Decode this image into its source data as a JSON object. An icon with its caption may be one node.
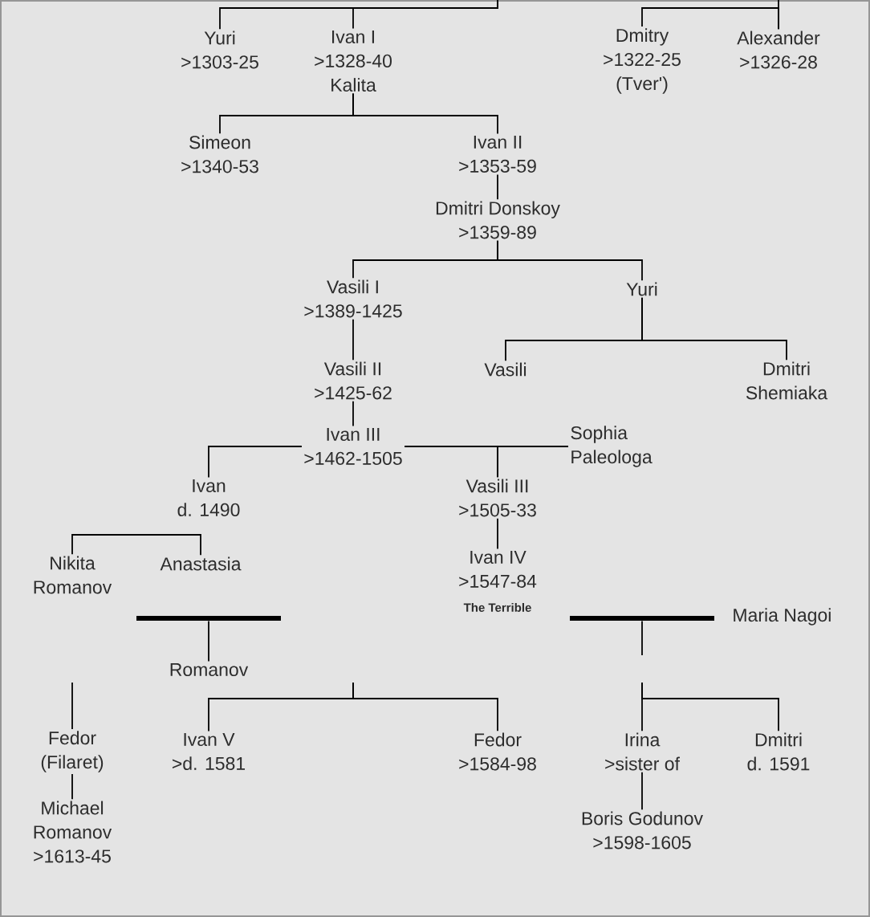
{
  "diagram": {
    "nodes": [
      {
        "text": [
          "Yuri",
          ">1303-25"
        ]
      },
      {
        "text": [
          "Ivan I",
          ">1328-40",
          "Kalita"
        ]
      },
      {
        "text": [
          "Dmitry",
          ">1322-25",
          "(Tver')"
        ]
      },
      {
        "text": [
          "Alexander",
          ">1326-28"
        ]
      },
      {
        "text": [
          "Simeon",
          ">1340-53"
        ]
      },
      {
        "text": [
          "Ivan II",
          ">1353-59"
        ]
      },
      {
        "text": [
          "Dmitri Donskoy",
          ">1359-89"
        ]
      },
      {
        "text": [
          "Vasili I",
          ">1389-1425"
        ]
      },
      {
        "text": [
          "Yuri"
        ]
      },
      {
        "text": [
          "Vasili"
        ]
      },
      {
        "text": [
          "Dmitri Shemiaka"
        ]
      },
      {
        "text": [
          "Vasili II",
          ">1425-62"
        ]
      },
      {
        "text": [
          "Ivan III",
          ">1462-1505"
        ]
      },
      {
        "text": [
          "Sophia Paleologa"
        ]
      },
      {
        "text": [
          "Ivan",
          "d. 1490"
        ]
      },
      {
        "text": [
          "Vasili III",
          ">1505-33"
        ]
      },
      {
        "text": [
          "Nikita Romanov"
        ]
      },
      {
        "text": [
          "Anastasia"
        ]
      },
      {
        "text": [
          "Ivan IV",
          ">1547-84",
          "The Terrible"
        ]
      },
      {
        "text": [],
        "shape": "bar"
      },
      {
        "text": [],
        "shape": "bar"
      },
      {
        "text": [
          "Maria Nagoi"
        ]
      },
      {
        "text": [
          "Romanov"
        ]
      },
      {
        "text": [
          "Fedor",
          "(Filaret)"
        ]
      },
      {
        "text": [
          "Ivan V",
          ">d. 1581"
        ]
      },
      {
        "text": [
          "Fedor",
          ">1584-98"
        ]
      },
      {
        "text": [
          "Irina",
          ">sister of"
        ]
      },
      {
        "text": [
          "Dmitri",
          "d. 1591"
        ]
      },
      {
        "text": [
          "Michael Romanov",
          ">1613-45"
        ]
      },
      {
        "text": [
          "Boris Godunov",
          ">1598-1605"
        ]
      }
    ],
    "edges": [
      {
        "from": null,
        "to": 0,
        "arrow": "none"
      },
      {
        "from": null,
        "to": 1,
        "arrow": "none"
      },
      {
        "from": 3,
        "to": 2,
        "arrow": "none"
      },
      {
        "from": null,
        "to": 3,
        "arrow": "none"
      },
      {
        "from": 1,
        "to": 4,
        "arrow": "none"
      },
      {
        "from": 1,
        "to": 5,
        "arrow": "none"
      },
      {
        "from": 5,
        "to": 6,
        "arrow": "none"
      },
      {
        "from": 6,
        "to": 7,
        "arrow": "none"
      },
      {
        "from": 6,
        "to": 8,
        "arrow": "none"
      },
      {
        "from": 7,
        "to": 11,
        "arrow": "none"
      },
      {
        "from": 8,
        "to": 9,
        "arrow": "none"
      },
      {
        "from": 8,
        "to": 10,
        "arrow": "none"
      },
      {
        "from": 11,
        "to": 12,
        "arrow": "none"
      },
      {
        "from": 12,
        "to": 14,
        "arrow": "none"
      },
      {
        "from": 12,
        "to": 15,
        "arrow": "none"
      },
      {
        "from": 13,
        "to": 15,
        "arrow": "none"
      },
      {
        "from": 16,
        "to": 17,
        "arrow": "none"
      },
      {
        "from": 15,
        "to": 18,
        "arrow": "none"
      },
      {
        "from": 19,
        "to": 22,
        "arrow": "none"
      },
      {
        "from": 20,
        "to": null,
        "arrow": "none"
      },
      {
        "from": null,
        "to": 24,
        "arrow": "none"
      },
      {
        "from": null,
        "to": 25,
        "arrow": "none"
      },
      {
        "from": null,
        "to": 26,
        "arrow": "none"
      },
      {
        "from": null,
        "to": 27,
        "arrow": "none"
      },
      {
        "from": null,
        "to": 23,
        "arrow": "none"
      },
      {
        "from": 23,
        "to": 28,
        "arrow": "none"
      },
      {
        "from": 26,
        "to": 29,
        "arrow": "none"
      }
    ]
  }
}
